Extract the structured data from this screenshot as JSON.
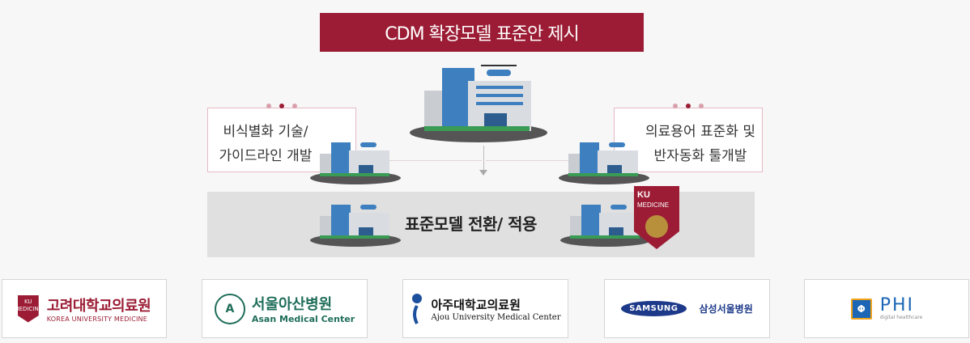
{
  "title": "CDM 확장모델 표준안 제시",
  "left_card": {
    "line1": "비식별화 기술/",
    "line2": "가이드라인 개발"
  },
  "right_card": {
    "line1": "의료용어 표준화 및",
    "line2": "반자동화 툴개발"
  },
  "band_label": "표준모델 전환/ 적용",
  "badge": {
    "line1": "KU",
    "line2": "MEDICINE"
  },
  "logos": {
    "ku": {
      "mark": "KU MEDICINE",
      "name_ko": "고려대학교의료원",
      "name_en": "KOREA UNIVERSITY MEDICINE"
    },
    "asan": {
      "mark": "A",
      "name_ko": "서울아산병원",
      "name_en": "Asan Medical Center"
    },
    "ajou": {
      "name_ko": "아주대학교의료원",
      "name_en": "Ajou University Medical Center"
    },
    "samsung": {
      "mark": "SAMSUNG",
      "name_ko": "삼성서울병원"
    },
    "phi": {
      "mark": "Φ",
      "name": "PHI",
      "sub": "digital healthcare"
    }
  },
  "colors": {
    "accent": "#9b1c34",
    "band": "#e0e0e0",
    "building_blue": "#3e7fc0",
    "building_grey": "#c9ccd1",
    "grass": "#3a9b55"
  }
}
